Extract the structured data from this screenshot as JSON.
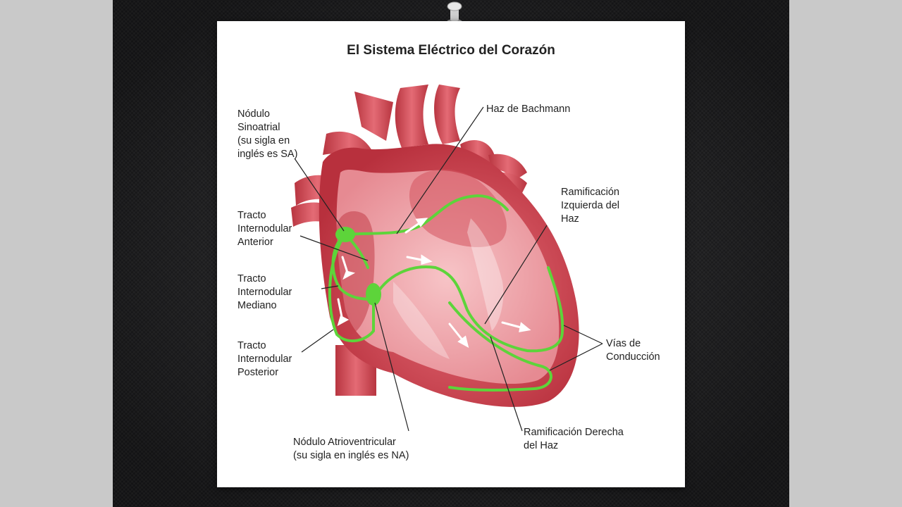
{
  "diagram": {
    "title": "El Sistema Eléctrico del Corazón",
    "labels": {
      "sa_node": [
        "Nódulo",
        "Sinoatrial",
        "(su sigla en",
        "inglés es SA)"
      ],
      "bachmann": [
        "Haz de Bachmann"
      ],
      "left_branch": [
        "Ramificación",
        "Izquierda del",
        "Haz"
      ],
      "anterior_tract": [
        "Tracto",
        "Internodular",
        "Anterior"
      ],
      "middle_tract": [
        "Tracto",
        "Internodular",
        "Mediano"
      ],
      "posterior_tract": [
        "Tracto",
        "Internodular",
        "Posterior"
      ],
      "conduction_paths": [
        "Vías de",
        "Conducción"
      ],
      "av_node": [
        "Nódulo Atrioventricular",
        "(su sigla en inglés es NA)"
      ],
      "right_branch": [
        "Ramificación Derecha",
        "del Haz"
      ]
    }
  },
  "colors": {
    "background": "#1c1c1e",
    "card": "#ffffff",
    "heart_muscle": "#d44a55",
    "heart_inner": "#f2a6ab",
    "conduction": "#5dd43a"
  },
  "icons": {
    "pin": "push-pin-icon"
  }
}
